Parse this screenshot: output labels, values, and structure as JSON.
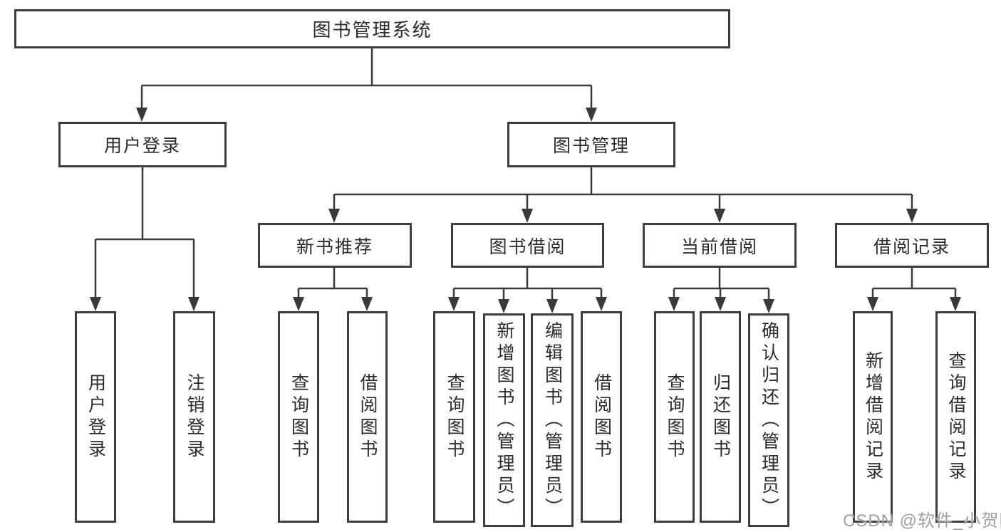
{
  "diagram": {
    "root": "图书管理系统",
    "level2": [
      "用户登录",
      "图书管理"
    ],
    "level3": [
      "新书推荐",
      "图书借阅",
      "当前借阅",
      "借阅记录"
    ],
    "leaves": {
      "user_login": [
        "用户登录",
        "注销登录"
      ],
      "new_book": [
        "查询图书",
        "借阅图书"
      ],
      "book_borrow": [
        "查询图书",
        "新增图书（管理员）",
        "编辑图书（管理员）",
        "借阅图书"
      ],
      "current_borrow": [
        "查询图书",
        "归还图书",
        "确认归还（管理员）"
      ],
      "borrow_record": [
        "新增借阅记录",
        "查询借阅记录"
      ]
    }
  },
  "watermark": "CSDN @软件_小贺同学",
  "colors": {
    "line": "#3a3a3a",
    "box_border": "#3e3e3e",
    "box_fill": "#ffffff",
    "text": "#2b2b2b",
    "watermark": "#9e9898"
  }
}
